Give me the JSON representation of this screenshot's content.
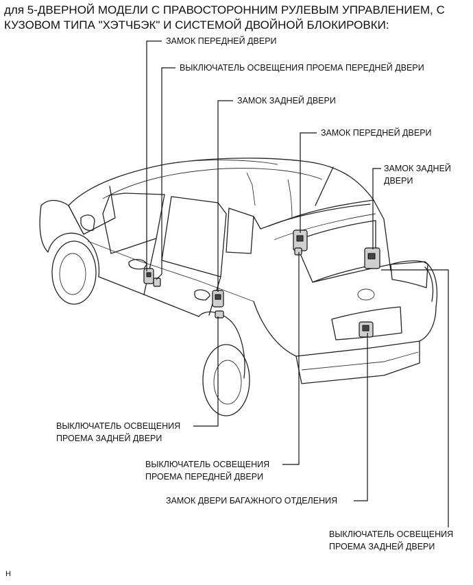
{
  "title": "для 5-ДВЕРНОЙ МОДЕЛИ С ПРАВОСТОРОННИМ РУЛЕВЫМ УПРАВЛЕНИЕМ, С КУЗОВОМ ТИПА \"ХЭТЧБЭК\" И СИСТЕМОЙ ДВОЙНОЙ БЛОКИРОВКИ:",
  "labels": {
    "front_door_lock_left": "ЗАМОК ПЕРЕДНЕЙ ДВЕРИ",
    "front_door_courtesy_left": "ВЫКЛЮЧАТЕЛЬ ОСВЕЩЕНИЯ ПРОЕМА ПЕРЕДНЕЙ ДВЕРИ",
    "rear_door_lock_left": "ЗАМОК ЗАДНЕЙ ДВЕРИ",
    "front_door_lock_right": "ЗАМОК ПЕРЕДНЕЙ ДВЕРИ",
    "rear_door_lock_right": "ЗАМОК ЗАДНЕЙ ДВЕРИ",
    "rear_door_courtesy_left": "ВЫКЛЮЧАТЕЛЬ ОСВЕЩЕНИЯ ПРОЕМА ЗАДНЕЙ ДВЕРИ",
    "front_door_courtesy_right": "ВЫКЛЮЧАТЕЛЬ ОСВЕЩЕНИЯ ПРОЕМА ПЕРЕДНЕЙ ДВЕРИ",
    "back_door_lock": "ЗАМОК ДВЕРИ БАГАЖНОГО ОТДЕЛЕНИЯ",
    "rear_door_courtesy_right": "ВЫКЛЮЧАТЕЛЬ ОСВЕЩЕНИЯ ПРОЕМА ЗАДНЕЙ ДВЕРИ"
  },
  "corner_mark": "H"
}
